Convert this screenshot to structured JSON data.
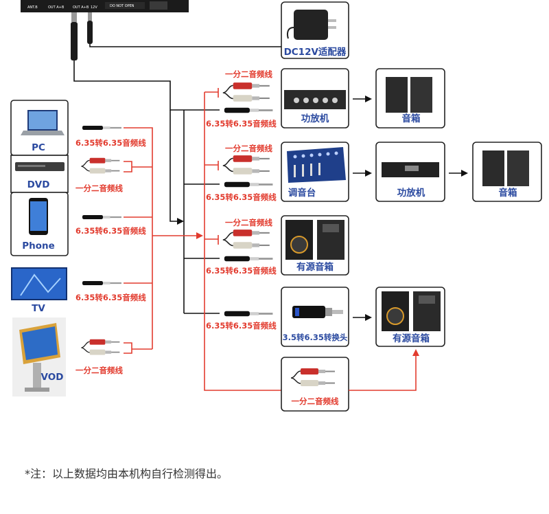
{
  "device_ports": {
    "ant_b": "ANT.B",
    "out_ab": "OUT A+B",
    "out_ab2": "OUT A+B",
    "v12": "12V",
    "warning": "DO NOT OPEN"
  },
  "adapter": {
    "label": "DC12V适配器"
  },
  "sources": [
    {
      "id": "pc",
      "label": "PC"
    },
    {
      "id": "dvd",
      "label": "DVD"
    },
    {
      "id": "phone",
      "label": "Phone"
    },
    {
      "id": "tv",
      "label": "TV"
    },
    {
      "id": "vod",
      "label": "VOD"
    }
  ],
  "source_cables": [
    {
      "label": "6.35转6.35音频线"
    },
    {
      "label": "一分二音频线"
    },
    {
      "label": "6.35转6.35音频线"
    },
    {
      "label": "6.35转6.35音频线"
    },
    {
      "label": "一分二音频线"
    }
  ],
  "branch_cables": {
    "rca_split": "一分二音频线",
    "jack": "6.35转6.35音频线"
  },
  "devices": {
    "amp": "功放机",
    "speaker": "音箱",
    "mixer": "调音台",
    "amp2": "功放机",
    "speaker2": "音箱",
    "active_speaker": "有源音箱",
    "adapter_plug": "3.5转6.35转换头",
    "active_speaker2": "有源音箱",
    "rca_bottom": "一分二音频线"
  },
  "colors": {
    "red_line": "#e23b2e",
    "black_line": "#111111",
    "label_blue": "#2b4aa0"
  },
  "note": "*注：以上数据均由本机构自行检测得出。"
}
